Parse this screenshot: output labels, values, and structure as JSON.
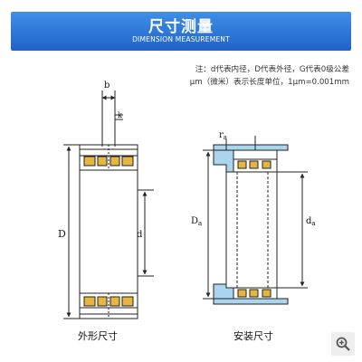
{
  "banner": {
    "title": "尺寸测量",
    "subtitle": "DIMENSION MEASUREMENT",
    "color_top": "#3f8fe7",
    "color_bottom": "#1f63c9"
  },
  "note": {
    "line1": "注：d代表内径，D代表外径，G代表0级公差",
    "line2": "μm（微米）表示长度单位，1μm=0.001mm"
  },
  "left_figure": {
    "caption": "外形尺寸",
    "labels": {
      "b": "b",
      "k": "k",
      "D": "D",
      "d": "d"
    }
  },
  "right_figure": {
    "caption": "安装尺寸",
    "labels": {
      "ra": "r",
      "ra_sub": "a",
      "Da": "D",
      "Da_sub": "a",
      "da": "d",
      "da_sub": "a"
    }
  },
  "colors": {
    "roller": "#e8b640",
    "housing": "#a9d6ee",
    "ring_fill": "#ffffff"
  },
  "zoom_icon": "magnifier-plus-icon"
}
